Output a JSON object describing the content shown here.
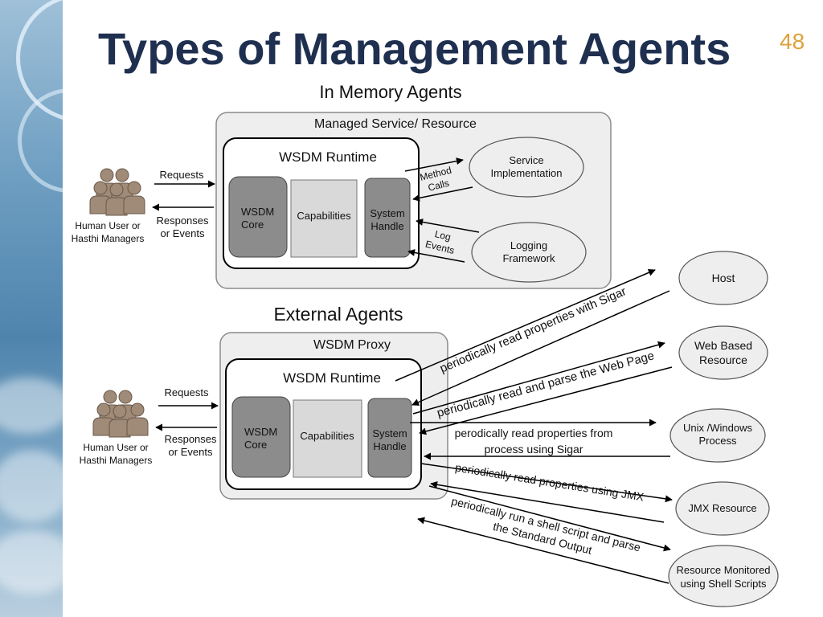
{
  "slide": {
    "title": "Types of Management Agents",
    "page_number": "48"
  },
  "in_memory": {
    "heading": "In Memory Agents",
    "container_label": "Managed Service/ Resource",
    "runtime_label": "WSDM Runtime",
    "wsdm_core": [
      "WSDM",
      "Core"
    ],
    "capabilities": "Capabilities",
    "system_handle": [
      "System",
      "Handle"
    ],
    "service_implementation": [
      "Service",
      "Implementation"
    ],
    "logging_framework": [
      "Logging",
      "Framework"
    ],
    "method_calls": [
      "Method",
      "Calls"
    ],
    "log_events": [
      "Log",
      "Events"
    ],
    "requests": "Requests",
    "responses": [
      "Responses",
      "or Events"
    ],
    "human_user": [
      "Human User or",
      "Hasthi Managers"
    ]
  },
  "external": {
    "heading": "External Agents",
    "container_label": "WSDM Proxy",
    "runtime_label": "WSDM Runtime",
    "wsdm_core": [
      "WSDM",
      "Core"
    ],
    "capabilities": "Capabilities",
    "system_handle": [
      "System",
      "Handle"
    ],
    "requests": "Requests",
    "responses": [
      "Responses",
      "or Events"
    ],
    "human_user": [
      "Human User or",
      "Hasthi Managers"
    ]
  },
  "resources": {
    "host": "Host",
    "web_based": [
      "Web Based",
      "Resource"
    ],
    "unix_windows": [
      "Unix /Windows",
      "Process"
    ],
    "jmx": "JMX Resource",
    "shell": [
      "Resource Monitored",
      "using Shell Scripts"
    ]
  },
  "connections": {
    "sigar": "periodically read properties with Sigar",
    "web_page": "periodically read and parse the Web Page",
    "process": [
      "perodically read properties from",
      "process using Sigar"
    ],
    "jmx": "periodically read properties using JMX",
    "shell": [
      "periodically run a shell script and parse",
      "the Standard Output"
    ]
  }
}
